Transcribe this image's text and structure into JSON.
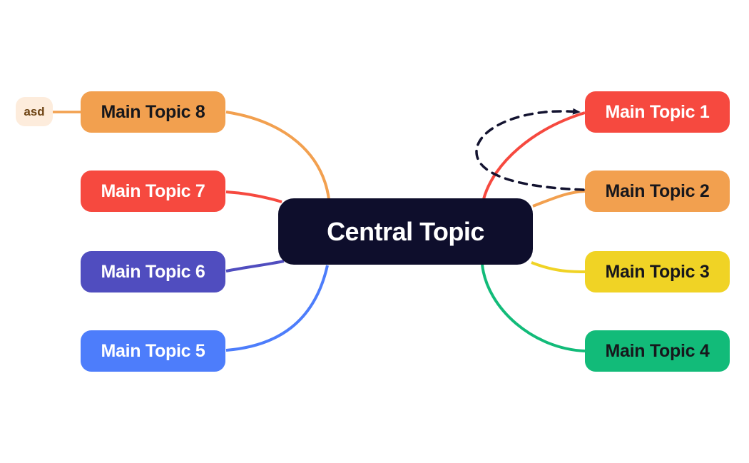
{
  "canvas": {
    "background": "#ffffff"
  },
  "central_topic": {
    "label": "Central Topic",
    "bg": "#0e0e2c",
    "text_color": "#ffffff"
  },
  "annotation": {
    "label": "asd",
    "bg": "#fdecdc",
    "text_color": "#6e4414"
  },
  "topics": [
    {
      "label": "Main Topic 1",
      "bg": "#f6493f",
      "text_color": "#ffffff",
      "side": "right"
    },
    {
      "label": "Main Topic 2",
      "bg": "#f2a04f",
      "text_color": "#17171c",
      "side": "right"
    },
    {
      "label": "Main Topic 3",
      "bg": "#f0d325",
      "text_color": "#17171c",
      "side": "right"
    },
    {
      "label": "Main Topic 4",
      "bg": "#12bb79",
      "text_color": "#17171c",
      "side": "right"
    },
    {
      "label": "Main Topic 5",
      "bg": "#4d7dfb",
      "text_color": "#ffffff",
      "side": "left"
    },
    {
      "label": "Main Topic 6",
      "bg": "#504dbf",
      "text_color": "#ffffff",
      "side": "left"
    },
    {
      "label": "Main Topic 7",
      "bg": "#f6493f",
      "text_color": "#ffffff",
      "side": "left"
    },
    {
      "label": "Main Topic 8",
      "bg": "#f2a04f",
      "text_color": "#17171c",
      "side": "left"
    }
  ],
  "links": [
    {
      "name": "annotation-to-main-topic-8",
      "color": "#f2a04f"
    },
    {
      "name": "main-topic-8-to-central",
      "color": "#f2a04f"
    },
    {
      "name": "main-topic-7-to-central",
      "color": "#f6493f"
    },
    {
      "name": "main-topic-6-to-central",
      "color": "#504dbf"
    },
    {
      "name": "main-topic-5-to-central",
      "color": "#4d7dfb"
    },
    {
      "name": "central-to-main-topic-1",
      "color": "#f6493f"
    },
    {
      "name": "central-to-main-topic-2",
      "color": "#f2a04f"
    },
    {
      "name": "central-to-main-topic-3",
      "color": "#f0d325"
    },
    {
      "name": "central-to-main-topic-4",
      "color": "#12bb79"
    },
    {
      "name": "relationship-main-topic-2-to-main-topic-1",
      "color": "#131330",
      "style": "dashed"
    }
  ]
}
